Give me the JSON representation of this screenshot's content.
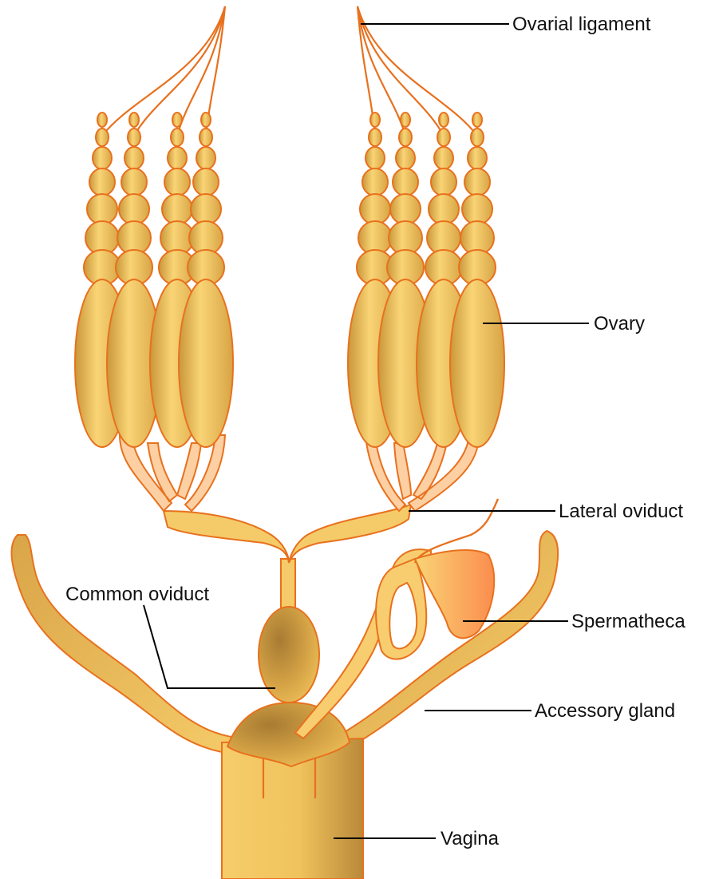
{
  "labels": {
    "ovarial_ligament": "Ovarial ligament",
    "ovary": "Ovary",
    "lateral_oviduct": "Lateral oviduct",
    "common_oviduct": "Common oviduct",
    "spermatheca": "Spermatheca",
    "accessory_gland": "Accessory gland",
    "vagina": "Vagina"
  },
  "colors": {
    "organ_fill_light": "#f9d475",
    "organ_fill_mid": "#f0c35c",
    "organ_fill_dark": "#c9973a",
    "outline": "#e8711e",
    "duct_pale": "#fcd0a2",
    "spermatheca_accent": "#fb8d4e",
    "leader_line": "#000000",
    "label_text": "#111111"
  }
}
